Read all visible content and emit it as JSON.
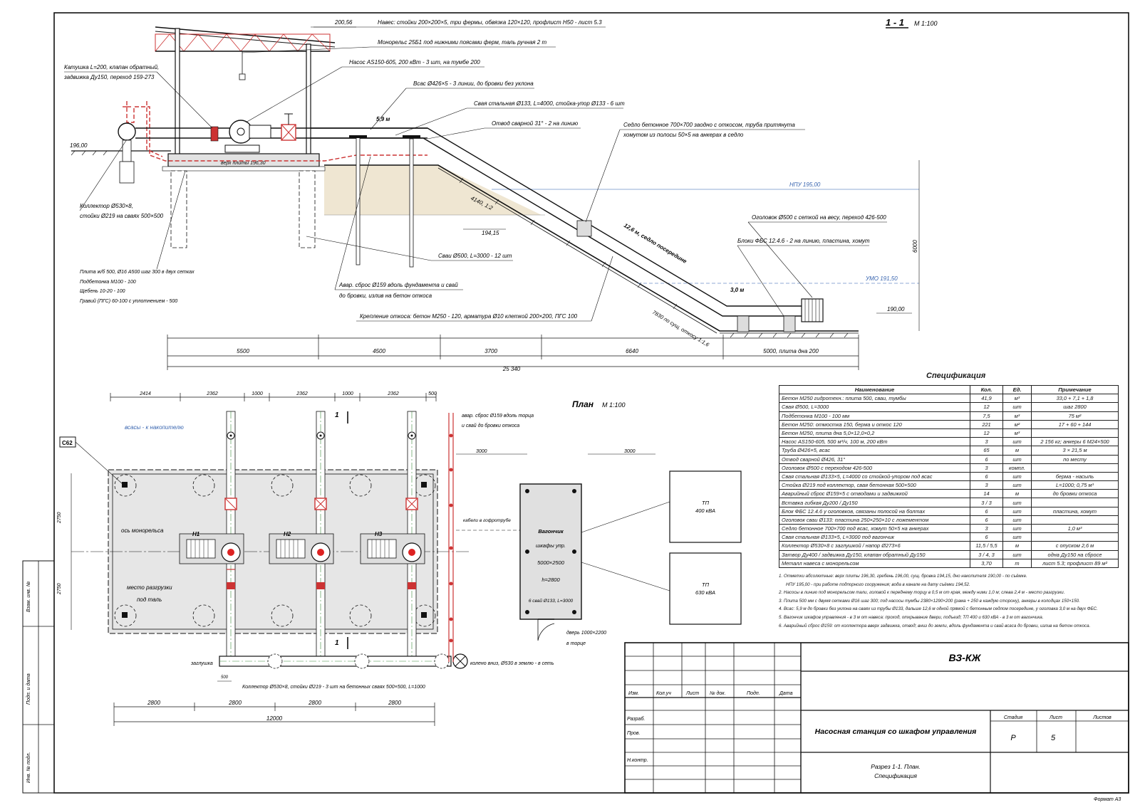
{
  "section": {
    "title": "1 - 1",
    "scale": "М 1:100",
    "elev_top": "200,56",
    "elev_left": "196,00",
    "elev_slab": "верх плиты 196,30",
    "elev_194": "194,15",
    "elev_190": "190,00",
    "npu": "НПУ 195,00",
    "umo": "УМО 191,50",
    "slope_label": "4140, 1:2",
    "height_dim": "6000",
    "dist_59": "5,9 м",
    "dist_126": "12,6 м, седло посередине",
    "dist_30": "3,0 м",
    "slope_len": "7830 по сущ. откосу 1:1,6",
    "dims": [
      "5500",
      "4500",
      "3700",
      "6640",
      "5000, плита дна 200"
    ],
    "total": "25 340",
    "callouts": [
      "Навес: стойки 200×200×5, три фермы, обвязка 120×120, профлист Н50 - лист 5.3",
      "Монорельс 25Б1 под нижними поясами ферм, таль ручная 2 т",
      "Насос AS150-605, 200 кВт - 3 шт, на тумбе 200",
      "Всас Ø426×5 - 3 линии, до бровки без уклона",
      "Свая стальная Ø133, L=4000, стойка-упор Ø133 - 6 шт",
      "Отвод сварной 31° - 2 на линию",
      "Седло бетонное 700×700 заодно с откосом, труба притянута",
      "хомутом из полосы 50×5 на анкерах в седло",
      "Оголовок Ø500 с сеткой на весу, переход 426-500",
      "Блоки ФБС 12.4.6 - 2 на линию, пластина, хомут",
      "Сваи Ø500, L=3000 - 12 шт",
      "Авар. сброс Ø159 вдоль фундамента и свай",
      "до бровки, излив на бетон откоса",
      "Крепление откоса: бетон М250 - 120, арматура Ø10 клеткой 200×200, ПГС 100"
    ],
    "left_callouts": [
      "Катушка L=200, клапан обратный,",
      "задвижка Ду150, переход 159-273",
      "Коллектор Ø530×8,",
      "стойки Ø219 на сваях 500×500"
    ],
    "slab_notes": [
      "Плита ж/б 500, Ø16 А500 шаг 300 в двух сетках",
      "Подбетонка М100 - 100",
      "Щебень 10-20 - 100",
      "Гравий (ПГС) 60-100 с уплотнением - 500"
    ]
  },
  "plan": {
    "title": "План",
    "scale": "М 1:100",
    "top_dims": [
      "2414",
      "2362",
      "1000",
      "2362",
      "1000",
      "2362",
      "500"
    ],
    "bottom_dims": [
      "2800",
      "2800",
      "2800",
      "2800"
    ],
    "total": "12000",
    "dim_500": "500",
    "side_dim": "2750",
    "side_dim2": "2750",
    "suction": "всасы - к накопителю",
    "marker": "С62",
    "section_mark": "1",
    "pumps": [
      "Н1",
      "Н2",
      "Н3"
    ],
    "monorail": "ось монорельса",
    "unload1": "место разгрузки",
    "unload2": "под таль",
    "emerg1": "авар. сброс Ø159 вдоль торца",
    "emerg2": "и свай до бровки откоса",
    "cables": "кабели в гофротрубе",
    "plug": "заглушка",
    "collector": "Коллектор Ø530×8, стойки Ø219 - 3 шт на бетонных сваях 500×500, L=1000",
    "elbow": "колено вниз, Ø530 в землю - в сеть",
    "dim3000a": "3000",
    "dim3000b": "3000",
    "wagon": [
      "Вагончик",
      "шкафы упр.",
      "5000×2500",
      "h=2800",
      "6 свай Ø133, L=3000"
    ],
    "door1": "дверь 1000×2200",
    "door2": "в торце",
    "tp1": [
      "ТП",
      "400 кВА"
    ],
    "tp2": [
      "ТП",
      "630 кВА"
    ]
  },
  "spec": {
    "title": "Спецификация",
    "headers": [
      "Наименование",
      "Кол.",
      "Ед.",
      "Примечание"
    ],
    "rows": [
      [
        "Бетон М250 гидротехн.: плита 500, сваи, тумбы",
        "41,9",
        "м³",
        "33,0 + 7,1 + 1,8"
      ],
      [
        "Свая Ø500, L=3000",
        "12",
        "шт",
        "шаг 2800"
      ],
      [
        "Подбетонка М100 - 100 мм",
        "7,5",
        "м³",
        "75 м²"
      ],
      [
        "Бетон М250: отмостка 150, берма и откос 120",
        "221",
        "м²",
        "17 + 60 + 144"
      ],
      [
        "Бетон М250, плита дна 5,0×12,0×0,2",
        "12",
        "м³",
        ""
      ],
      [
        "Насос AS150-605, 500 м³/ч, 100 м, 200 кВт",
        "3",
        "шт",
        "2 156 кг; анкеры 6 М24×500"
      ],
      [
        "Труба Ø426×5, всас",
        "65",
        "м",
        "3 × 21,5 м"
      ],
      [
        "Отвод сварной Ø426, 31°",
        "6",
        "шт",
        "по месту"
      ],
      [
        "Оголовок Ø500 с переходом 426-500",
        "3",
        "компл.",
        ""
      ],
      [
        "Свая стальная Ø133×5, L=4000 со стойкой-упором под всас",
        "6",
        "шт",
        "берма - насыпь"
      ],
      [
        "Стойка Ø219 под коллектор, свая бетонная 500×500",
        "3",
        "шт",
        "L=1000; 0,75 м³"
      ],
      [
        "Аварийный сброс Ø159×5 с отводами и задвижкой",
        "14",
        "м",
        "до бровки откоса"
      ],
      [
        "Вставка гибкая Ду200 / Ду150",
        "3 / 3",
        "шт",
        ""
      ],
      [
        "Блок ФБС 12.4.6 у оголовков, связаны полосой на болтах",
        "6",
        "шт",
        "пластина, хомут"
      ],
      [
        "Оголовок сваи Ø133: пластина 250×250×10 с ложементом",
        "6",
        "шт",
        ""
      ],
      [
        "Седло бетонное 700×700 под всас, хомут 50×5 на анкерах",
        "3",
        "шт",
        "1,0 м³"
      ],
      [
        "Свая стальная Ø133×5, L=3000 под вагончик",
        "6",
        "шт",
        ""
      ],
      [
        "Коллектор Ø530×8 с заглушкой / напор Ø273×6",
        "11,5 / 5,5",
        "м",
        "с опуском 2,6 м"
      ],
      [
        "Затвор Ду400 / задвижка Ду150, клапан обратный Ду150",
        "3 / 4, 3",
        "шт",
        "одна Ду150 на сбросе"
      ],
      [
        "Металл навеса с монорельсом",
        "3,70",
        "т",
        "лист 5.3; профлист 89 м²"
      ]
    ],
    "notes": [
      "1. Отметки абсолютные: верх плиты 196,30, гребень 196,00, сущ. бровка 194,15, дно накопителя 190,00 - по съёмке.",
      "НПУ 195,00 - при работе подпорного сооружения; вода в канале на дату съёмки 194,52.",
      "2. Насосы в линию под монорельсом тали, головой к переднему торцу в 0,5 м от края, между ними 1,0 м; слева 2,4 м - место разгрузки.",
      "3. Плита 500 мм с двумя сетками Ø16 шаг 300; под насосы тумбы 2380×1290×200 (рама + 250 в каждую сторону), анкеры в колодцах 150×150.",
      "4. Всас: 5,9 м до бровки без уклона на сваях из трубы Ø133, дальше 12,6 м одной прямой с бетонным седлом посередине, у оголовка 3,0 м на двух ФБС.",
      "5. Вагончик шкафов управления - в 3 м от навеса: проход, открывание двери, подъезд; ТП 400 и 630 кВА - в 3 м от вагончика.",
      "6. Аварийный сброс Ø159: от коллектора вверх задвижка, отвод; вниз до земли, вдоль фундамента и свай всаса до бровки, излив на бетон откоса."
    ]
  },
  "titleblock": {
    "code": "ВЗ-КЖ",
    "headers": [
      "Изм.",
      "Кол.уч",
      "Лист",
      "№ док.",
      "Подп.",
      "Дата"
    ],
    "roles": [
      "Разраб.",
      "Пров.",
      "Н.контр."
    ],
    "name": "Насосная станция со шкафом управления",
    "stage_h": "Стадия",
    "sheet_h": "Лист",
    "sheets_h": "Листов",
    "stage": "Р",
    "sheet": "5",
    "desc1": "Разрез 1-1. План.",
    "desc2": "Спецификация",
    "format": "Формат А3",
    "side": [
      "Взам. инв. №",
      "Подп. и дата",
      "Инв. № подл."
    ]
  }
}
